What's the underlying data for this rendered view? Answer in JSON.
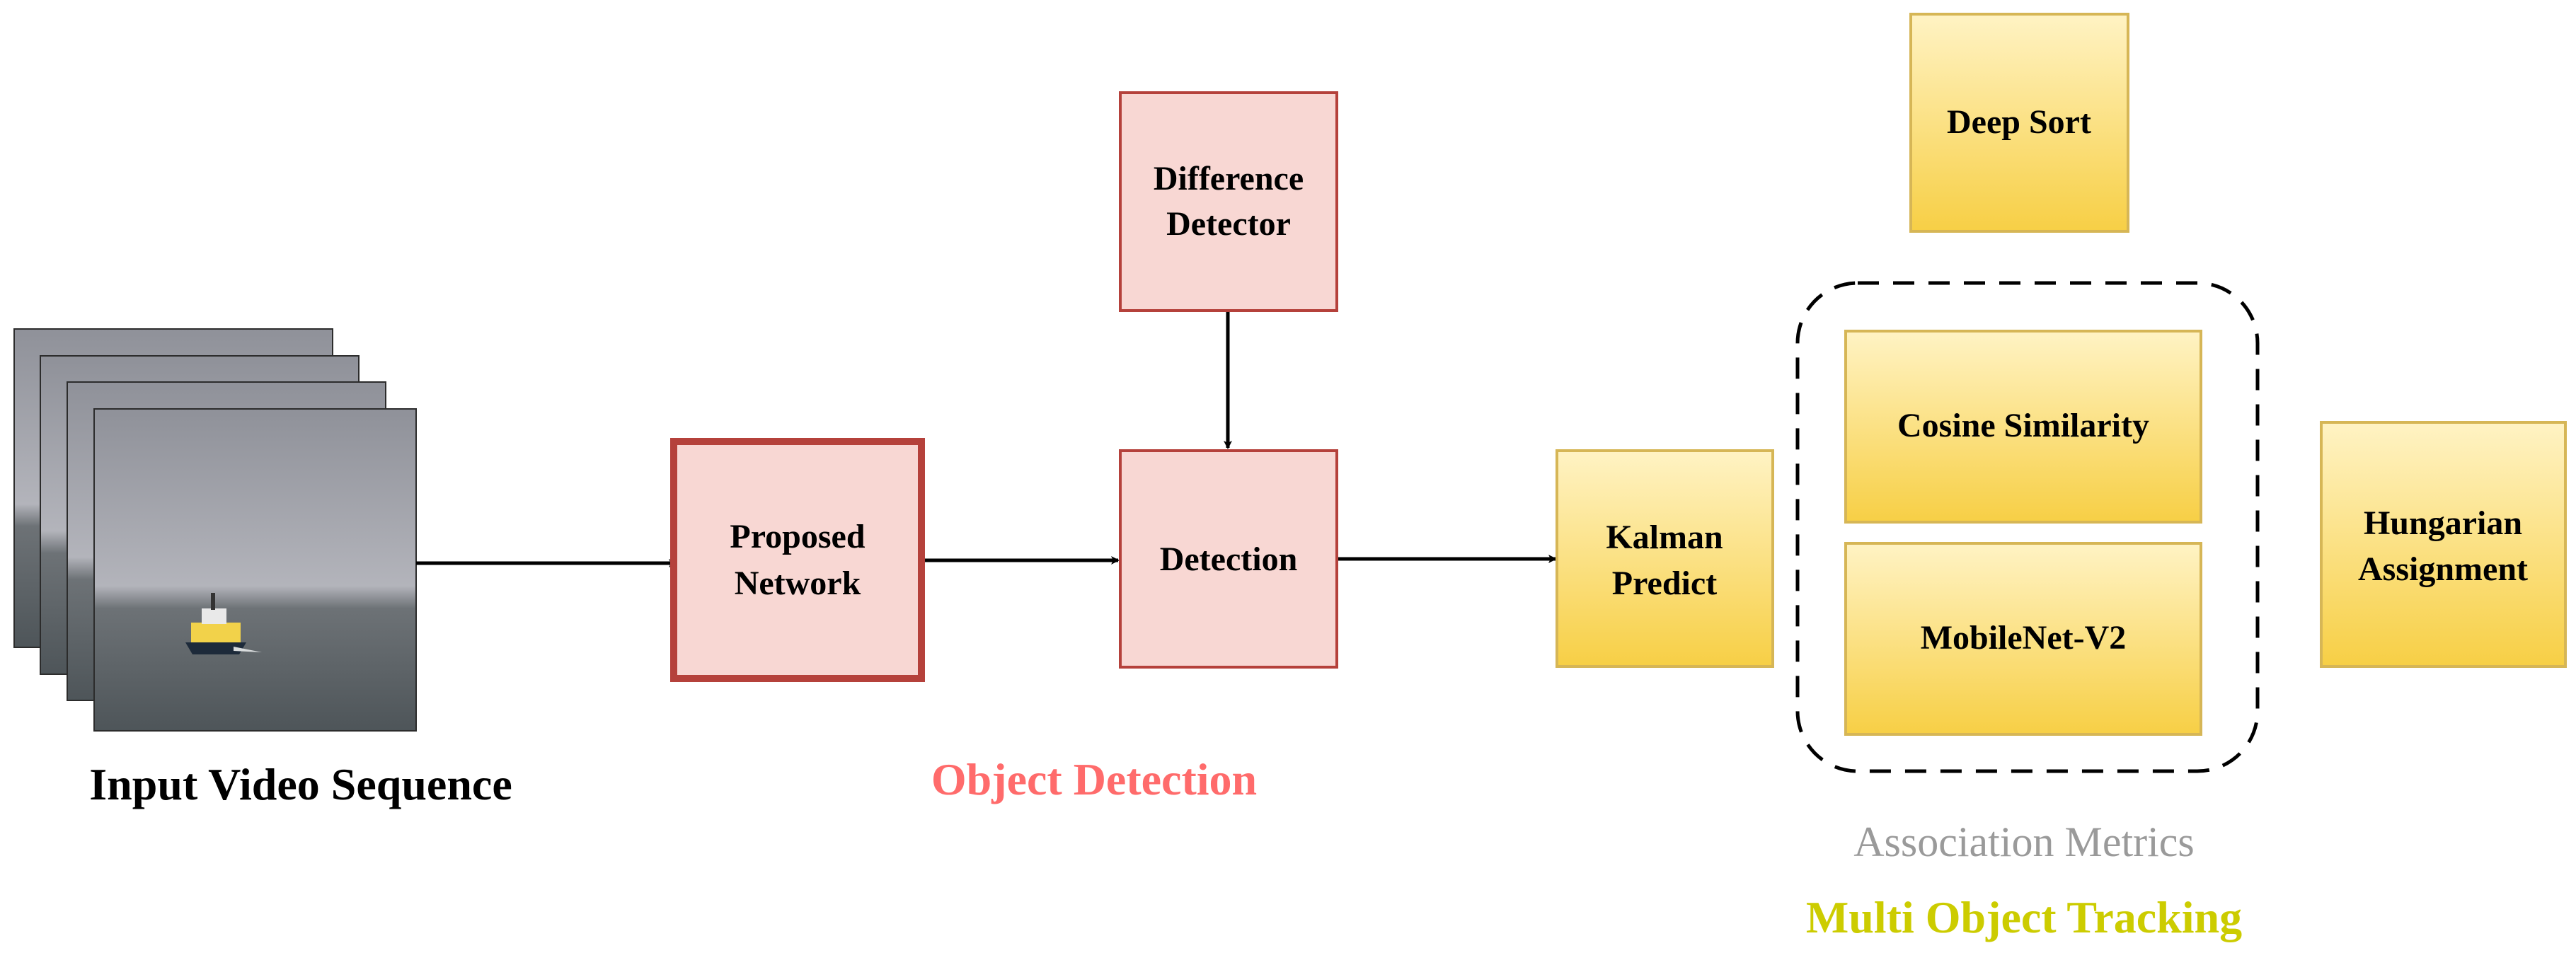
{
  "colors": {
    "detection_fill": "#f8d7d3",
    "detection_stroke": "#b5413b",
    "tracking_fill_top": "#fff3c4",
    "tracking_fill_bottom": "#f7cf45",
    "tracking_stroke": "#d6b656",
    "object_detection_caption": "#ff6b6b",
    "tracking_caption": "#cccc00",
    "association_caption": "#9a9a9a",
    "arrow": "#000000"
  },
  "input": {
    "caption": "Input Video Sequence",
    "frames_image": "stacked-video-frames-ship-at-sea"
  },
  "object_detection": {
    "caption": "Object Detection",
    "proposed_network": [
      "Proposed",
      "Network"
    ],
    "difference_detector": [
      "Difference",
      "Detector"
    ],
    "detection": [
      "Detection"
    ]
  },
  "tracking": {
    "caption": "Multi Object Tracking",
    "kalman_predict": [
      "Kalman",
      "Predict"
    ],
    "deep_sort": [
      "Deep Sort"
    ],
    "cosine_similarity": [
      "Cosine Similarity"
    ],
    "mobilenet": [
      "MobileNet-V2"
    ],
    "hungarian": [
      "Hungarian",
      "Assignment"
    ],
    "association_caption": "Association Metrics"
  }
}
